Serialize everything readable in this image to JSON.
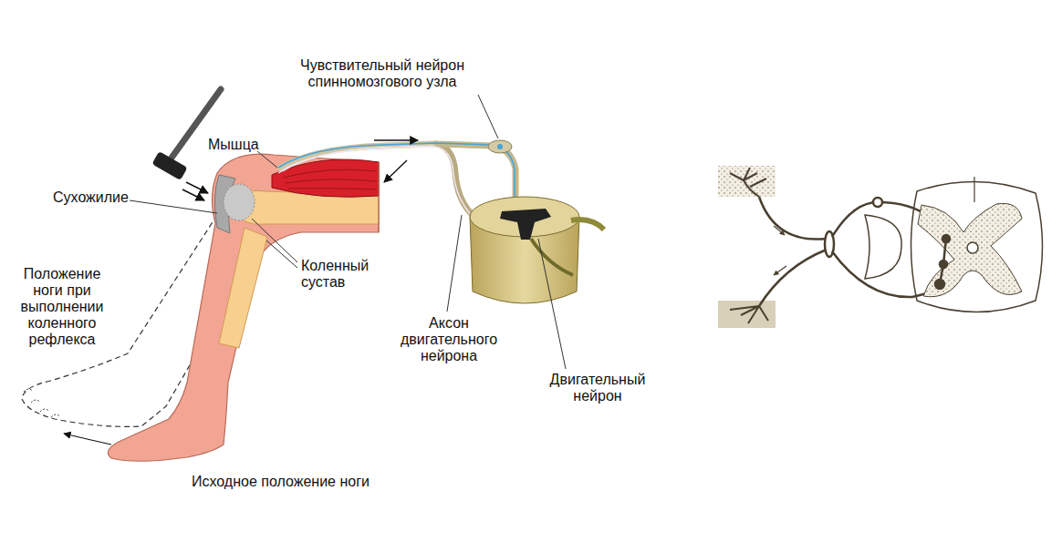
{
  "diagram": {
    "labels": [
      "Чувствительный нейрон спинномозгового узла",
      "Мышца",
      "Сухожилие",
      "Коленный сустав",
      "Положение ноги при выполнении коленного рефлекса",
      "Аксон двигательного нейрона",
      "Двигательный нейрон",
      "Исходное положение ноги"
    ]
  }
}
